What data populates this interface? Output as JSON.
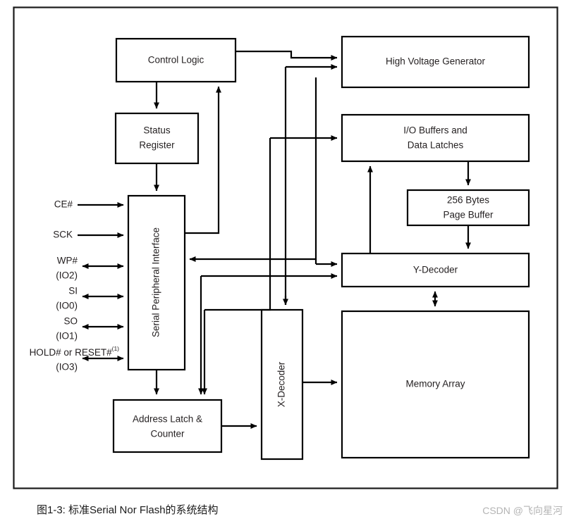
{
  "figure": {
    "caption": "图1-3: 标准Serial Nor Flash的系统结构",
    "watermark": "CSDN @飞向星河",
    "border_color": "#1a1a1a",
    "line_color": "#000000",
    "text_color": "#231f20",
    "background": "#ffffff"
  },
  "blocks": {
    "control_logic": "Control Logic",
    "status_register_line1": "Status",
    "status_register_line2": "Register",
    "spi": "Serial Peripheral Interface",
    "address_latch_line1": "Address Latch &",
    "address_latch_line2": "Counter",
    "x_decoder": "X-Decoder",
    "high_voltage_generator": "High Voltage Generator",
    "io_buffers_line1": "I/O Buffers and",
    "io_buffers_line2": "Data Latches",
    "page_buffer_line1": "256 Bytes",
    "page_buffer_line2": "Page Buffer",
    "y_decoder": "Y-Decoder",
    "memory_array": "Memory Array"
  },
  "signals": [
    {
      "name": "ce",
      "label": "CE#",
      "sub": ""
    },
    {
      "name": "sck",
      "label": "SCK",
      "sub": ""
    },
    {
      "name": "wp",
      "label": "WP#",
      "sub": "(IO2)"
    },
    {
      "name": "si",
      "label": "SI",
      "sub": "(IO0)"
    },
    {
      "name": "so",
      "label": "SO",
      "sub": "(IO1)"
    },
    {
      "name": "hold",
      "label": "HOLD# or RESET#",
      "sub": "(IO3)",
      "note": "(1)"
    }
  ],
  "chart_data": {
    "type": "diagram",
    "title": "图1-3: 标准Serial Nor Flash的系统结构",
    "nodes": [
      "Control Logic",
      "Status Register",
      "Serial Peripheral Interface",
      "Address Latch & Counter",
      "X-Decoder",
      "High Voltage Generator",
      "I/O Buffers and Data Latches",
      "256 Bytes Page Buffer",
      "Y-Decoder",
      "Memory Array"
    ],
    "inputs": [
      "CE#",
      "SCK",
      "WP# (IO2)",
      "SI (IO0)",
      "SO (IO1)",
      "HOLD# or RESET# (IO3)"
    ],
    "edges": [
      {
        "from": "Control Logic",
        "to": "Status Register",
        "dir": "one-way"
      },
      {
        "from": "Control Logic",
        "to": "High Voltage Generator",
        "dir": "one-way"
      },
      {
        "from": "Status Register",
        "to": "Serial Peripheral Interface",
        "dir": "one-way"
      },
      {
        "from": "Serial Peripheral Interface",
        "to": "Control Logic",
        "dir": "one-way"
      },
      {
        "from": "Serial Peripheral Interface",
        "to": "Address Latch & Counter",
        "dir": "one-way"
      },
      {
        "from": "Serial Peripheral Interface",
        "to": "High Voltage Generator",
        "dir": "one-way"
      },
      {
        "from": "Serial Peripheral Interface",
        "to": "I/O Buffers and Data Latches",
        "dir": "one-way"
      },
      {
        "from": "Serial Peripheral Interface",
        "to": "Y-Decoder",
        "dir": "one-way"
      },
      {
        "from": "I/O Buffers and Data Latches",
        "to": "Serial Peripheral Interface",
        "dir": "one-way"
      },
      {
        "from": "I/O Buffers and Data Latches",
        "to": "256 Bytes Page Buffer",
        "dir": "one-way"
      },
      {
        "from": "256 Bytes Page Buffer",
        "to": "Y-Decoder",
        "dir": "one-way"
      },
      {
        "from": "Y-Decoder",
        "to": "I/O Buffers and Data Latches",
        "dir": "one-way"
      },
      {
        "from": "Y-Decoder",
        "to": "Memory Array",
        "dir": "two-way"
      },
      {
        "from": "Address Latch & Counter",
        "to": "X-Decoder",
        "dir": "one-way"
      },
      {
        "from": "Address Latch & Counter",
        "to": "Y-Decoder",
        "dir": "one-way"
      },
      {
        "from": "X-Decoder",
        "to": "Memory Array",
        "dir": "one-way"
      }
    ]
  }
}
